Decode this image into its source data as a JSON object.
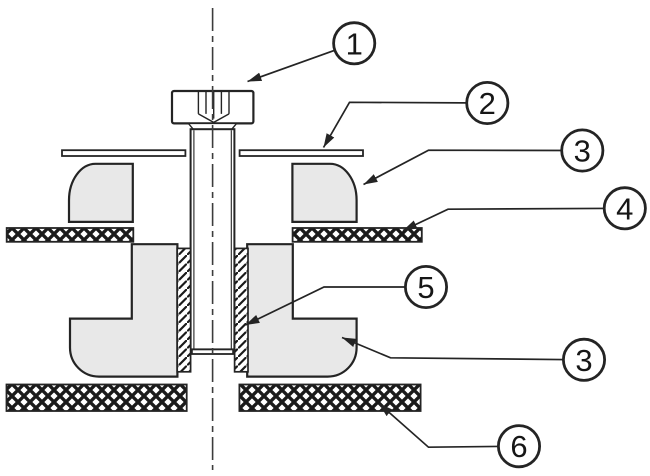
{
  "figure": {
    "kind": "technical-cross-section-diagram",
    "background": "#ffffff"
  },
  "colors": {
    "line": "#242424",
    "rubber": "#e8e8e8",
    "hatch": "#1a1a1a",
    "centerline": "#3c3c3c",
    "plate_fill": "#ffffff",
    "label_text": "#161616"
  },
  "callouts": [
    {
      "label": "1"
    },
    {
      "label": "2"
    },
    {
      "label": "3"
    },
    {
      "label": "4"
    },
    {
      "label": "5"
    },
    {
      "label": "3"
    },
    {
      "label": "6"
    }
  ]
}
